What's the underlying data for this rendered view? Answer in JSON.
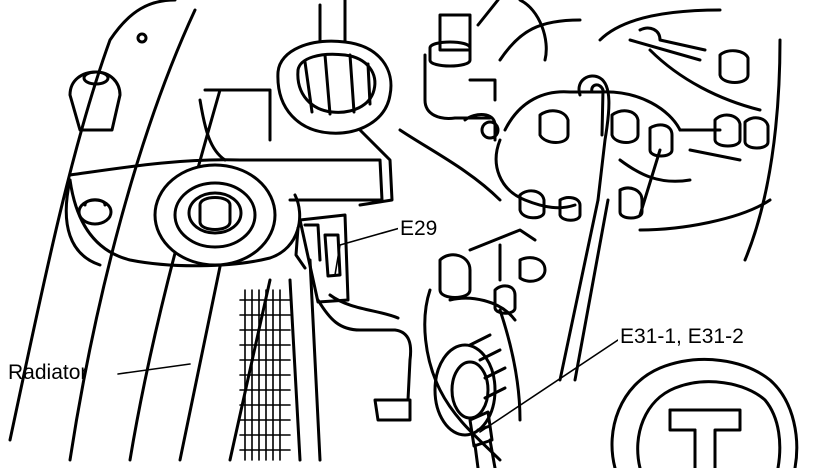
{
  "labels": {
    "e29": "E29",
    "e31": "E31-1, E31-2",
    "radiator": "Radiator"
  },
  "colors": {
    "ink": "#000000",
    "paper": "#ffffff"
  }
}
